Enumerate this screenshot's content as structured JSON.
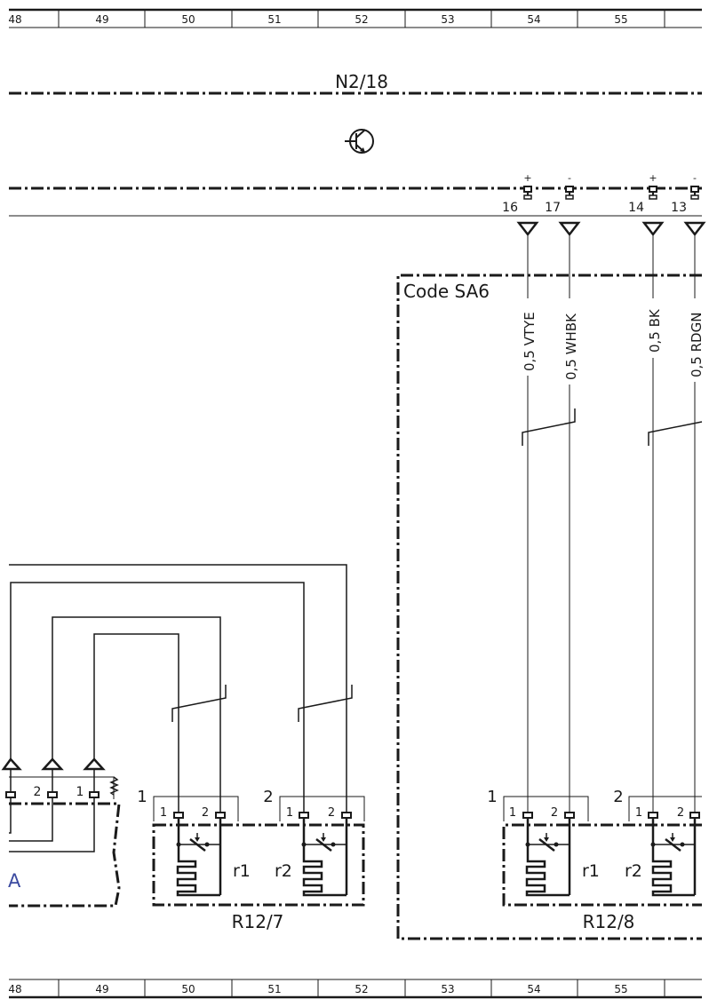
{
  "grid": {
    "top_labels": [
      "48",
      "49",
      "50",
      "51",
      "52",
      "53",
      "54",
      "55"
    ],
    "bottom_labels": [
      "48",
      "49",
      "50",
      "51",
      "52",
      "53",
      "54",
      "55"
    ]
  },
  "module": {
    "name": "N2/18"
  },
  "pins": [
    {
      "number": "16",
      "polarity": "+",
      "wire": "0,5 VTYE"
    },
    {
      "number": "17",
      "polarity": "-",
      "wire": "0,5 WHBK"
    },
    {
      "number": "14",
      "polarity": "+",
      "wire": "0,5 BK"
    },
    {
      "number": "13",
      "polarity": "-",
      "wire": "0,5 RDGN"
    }
  ],
  "code_box": {
    "label": "Code SA6"
  },
  "left_connector": {
    "pin_labels": [
      "2",
      "1"
    ],
    "partial_label": "A"
  },
  "components": [
    {
      "name": "R12/7",
      "element_1": {
        "number": "1",
        "pins": [
          "1",
          "2"
        ],
        "label": "r1"
      },
      "element_2": {
        "number": "2",
        "pins": [
          "1",
          "2"
        ],
        "label": "r2"
      }
    },
    {
      "name": "R12/8",
      "element_1": {
        "number": "1",
        "pins": [
          "1",
          "2"
        ],
        "label": "r1"
      },
      "element_2": {
        "number": "2",
        "pins": [
          "1",
          "2"
        ],
        "label": "r2"
      }
    }
  ]
}
